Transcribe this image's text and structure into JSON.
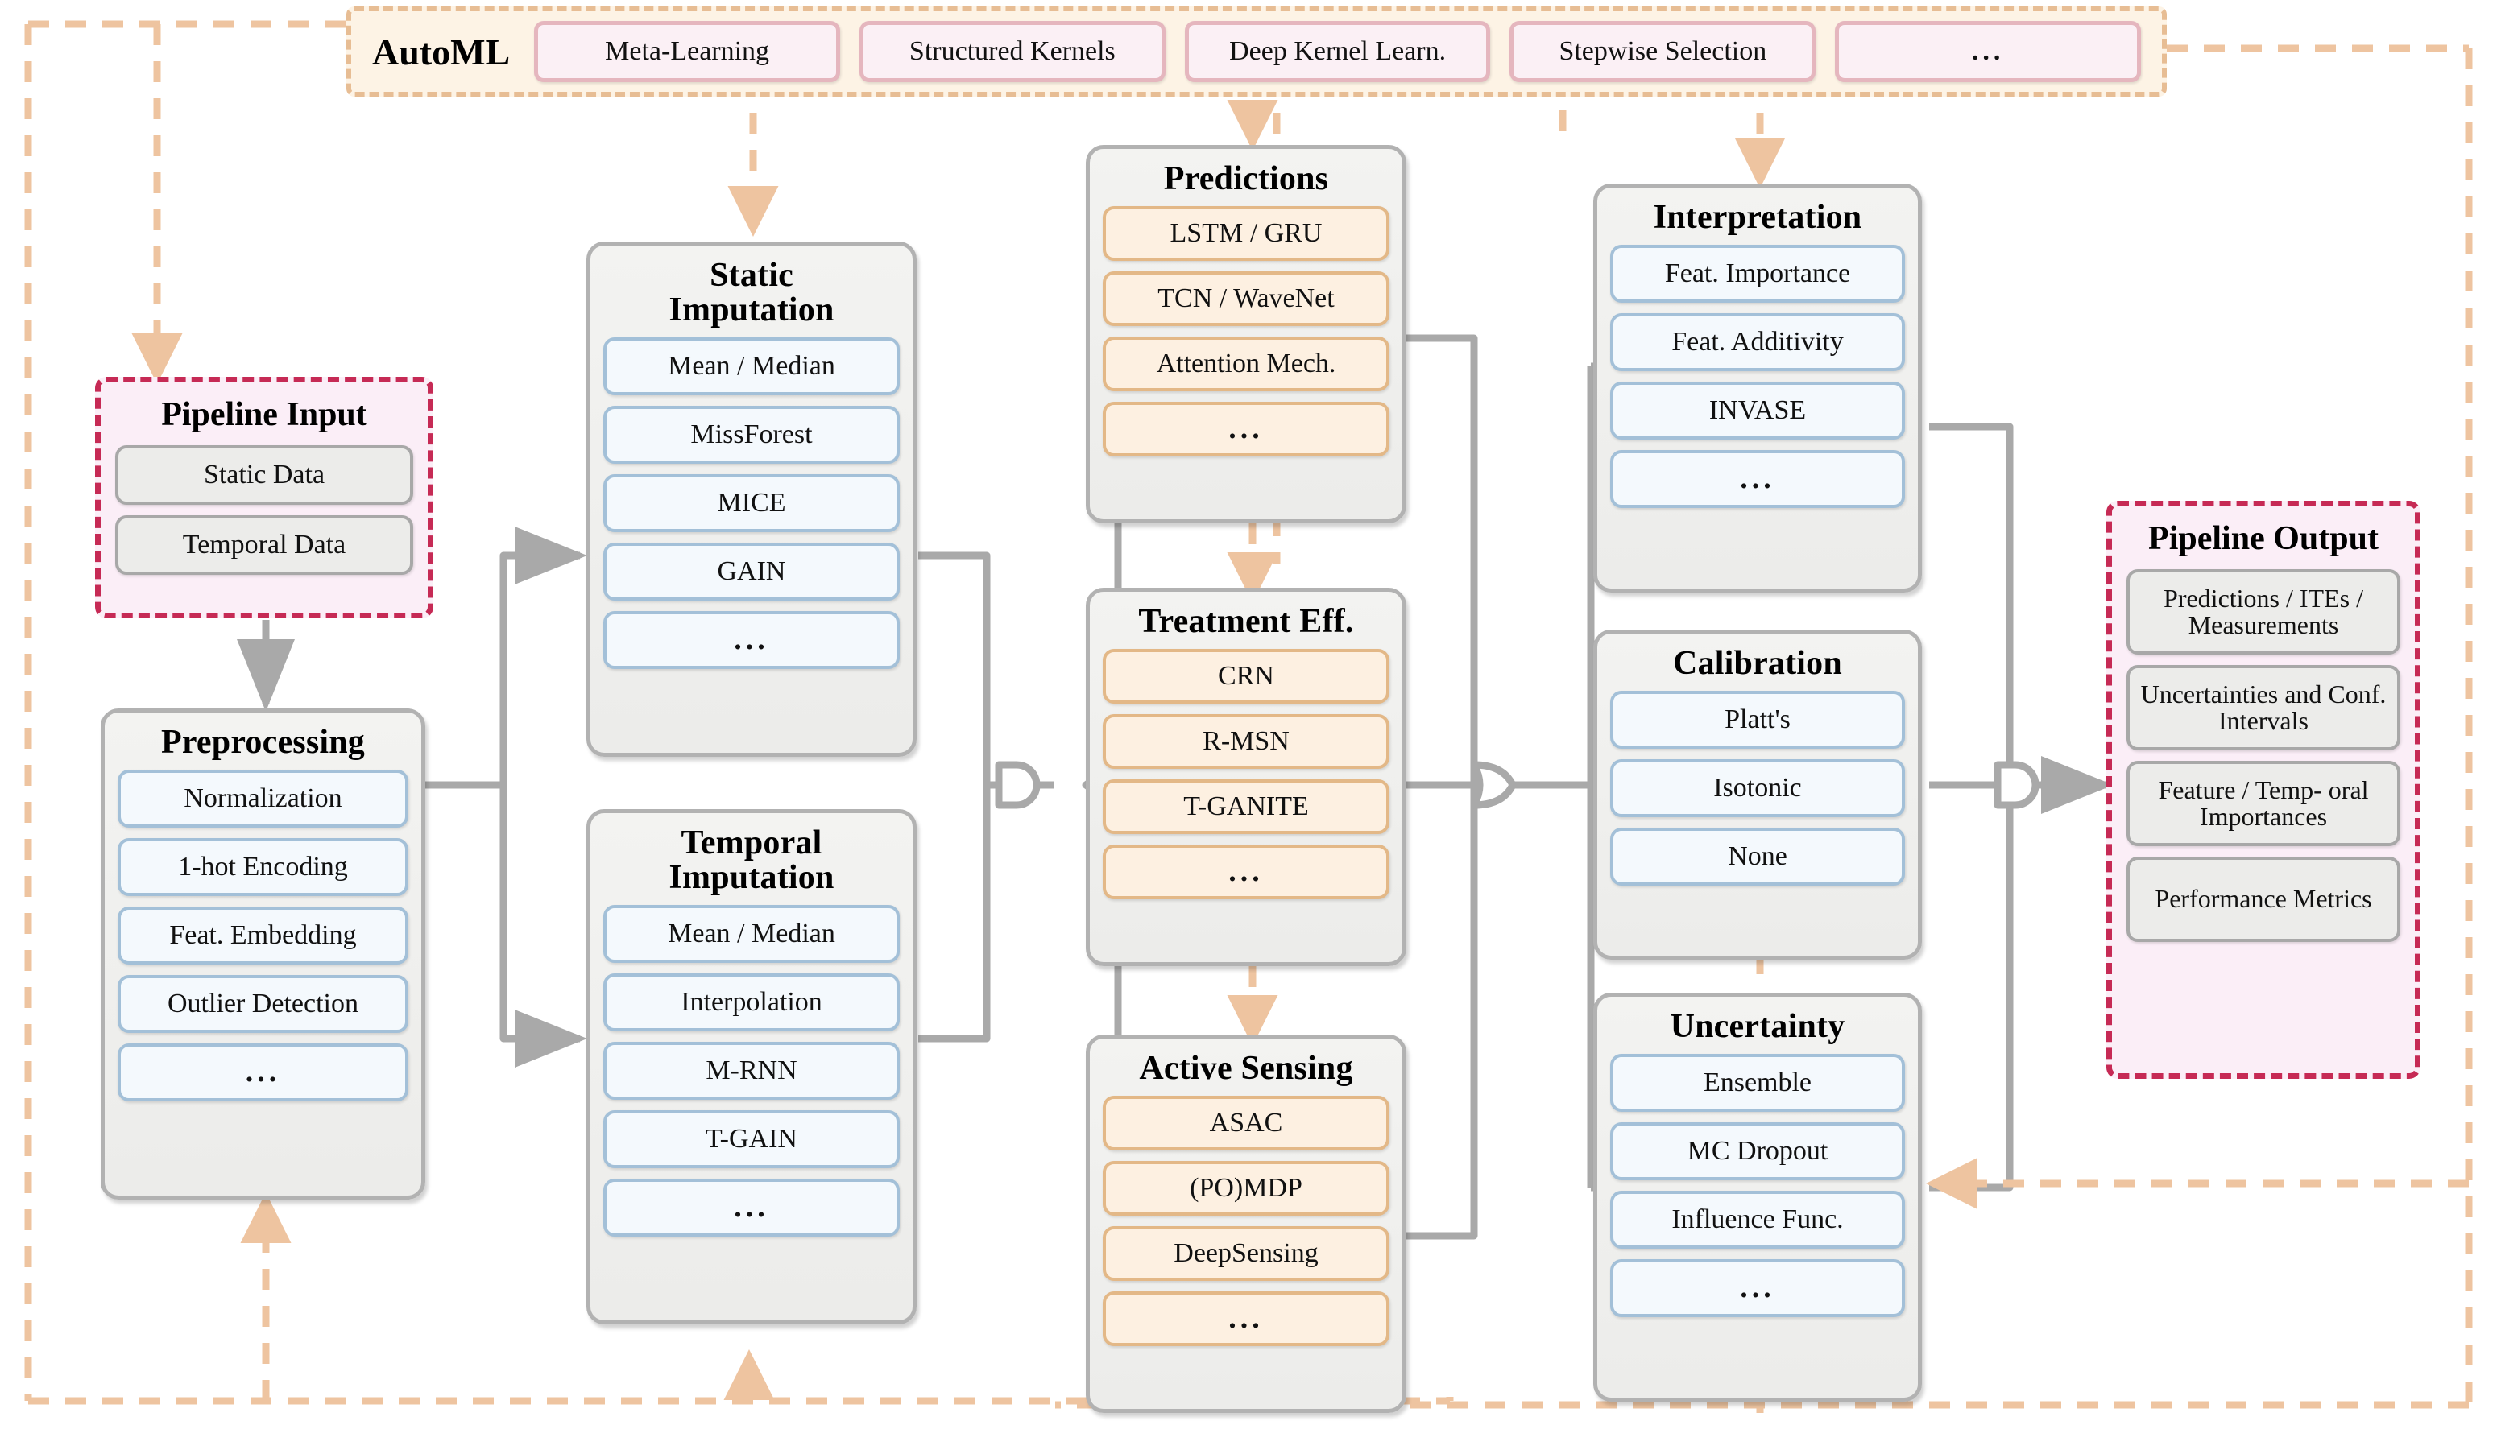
{
  "colors": {
    "automl_frame": "#e7bd94",
    "automl_fill": "#fdf3e5",
    "chip_border": "#e5b6be",
    "chip_fill": "#fbf0f5",
    "pink_border": "#c62a55",
    "pink_fill": "#fbeef7",
    "group_border": "#b2b2b2",
    "group_fill": "#ececeA",
    "item_blue_border": "#a3c0d8",
    "item_blue_fill": "#f4f9fd",
    "item_orange_border": "#e3b887",
    "item_orange_fill": "#fdf0e1",
    "item_grey_border": "#a8a8a8",
    "wire": "#a9a9a9",
    "feedback": "#eec4a0"
  },
  "automl": {
    "label": "AutoML",
    "chips": [
      "Meta-Learning",
      "Structured Kernels",
      "Deep Kernel Learn.",
      "Stepwise Selection",
      "..."
    ]
  },
  "pipeline_input": {
    "title": "Pipeline Input",
    "items": [
      "Static Data",
      "Temporal Data"
    ]
  },
  "preprocessing": {
    "title": "Preprocessing",
    "items": [
      "Normalization",
      "1-hot Encoding",
      "Feat. Embedding",
      "Outlier Detection",
      "..."
    ]
  },
  "static_imputation": {
    "title_line1": "Static",
    "title_line2": "Imputation",
    "items": [
      "Mean / Median",
      "MissForest",
      "MICE",
      "GAIN",
      "..."
    ]
  },
  "temporal_imputation": {
    "title_line1": "Temporal",
    "title_line2": "Imputation",
    "items": [
      "Mean / Median",
      "Interpolation",
      "M-RNN",
      "T-GAIN",
      "..."
    ]
  },
  "predictions": {
    "title": "Predictions",
    "items": [
      "LSTM / GRU",
      "TCN / WaveNet",
      "Attention Mech.",
      "..."
    ]
  },
  "treatment_eff": {
    "title": "Treatment Eff.",
    "items": [
      "CRN",
      "R-MSN",
      "T-GANITE",
      "..."
    ]
  },
  "active_sensing": {
    "title": "Active Sensing",
    "items": [
      "ASAC",
      "(PO)MDP",
      "DeepSensing",
      "..."
    ]
  },
  "interpretation": {
    "title": "Interpretation",
    "items": [
      "Feat. Importance",
      "Feat. Additivity",
      "INVASE",
      "..."
    ]
  },
  "calibration": {
    "title": "Calibration",
    "items": [
      "Platt's",
      "Isotonic",
      "None"
    ]
  },
  "uncertainty": {
    "title": "Uncertainty",
    "items": [
      "Ensemble",
      "MC Dropout",
      "Influence Func.",
      "..."
    ]
  },
  "pipeline_output": {
    "title": "Pipeline Output",
    "items": [
      "Predictions / ITEs / Measurements",
      "Uncertainties and Conf. Intervals",
      "Feature / Temp- oral Importances",
      "Performance Metrics"
    ]
  }
}
